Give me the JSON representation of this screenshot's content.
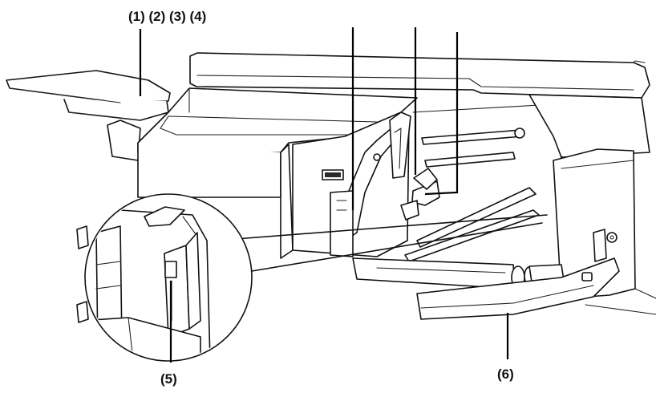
{
  "callouts": {
    "top": "(1) (2) (3) (4)",
    "left": "(5)",
    "right": "(6)"
  },
  "colors": {
    "line": "#111111",
    "background": "#ffffff",
    "shade": "#e9e9e9"
  }
}
